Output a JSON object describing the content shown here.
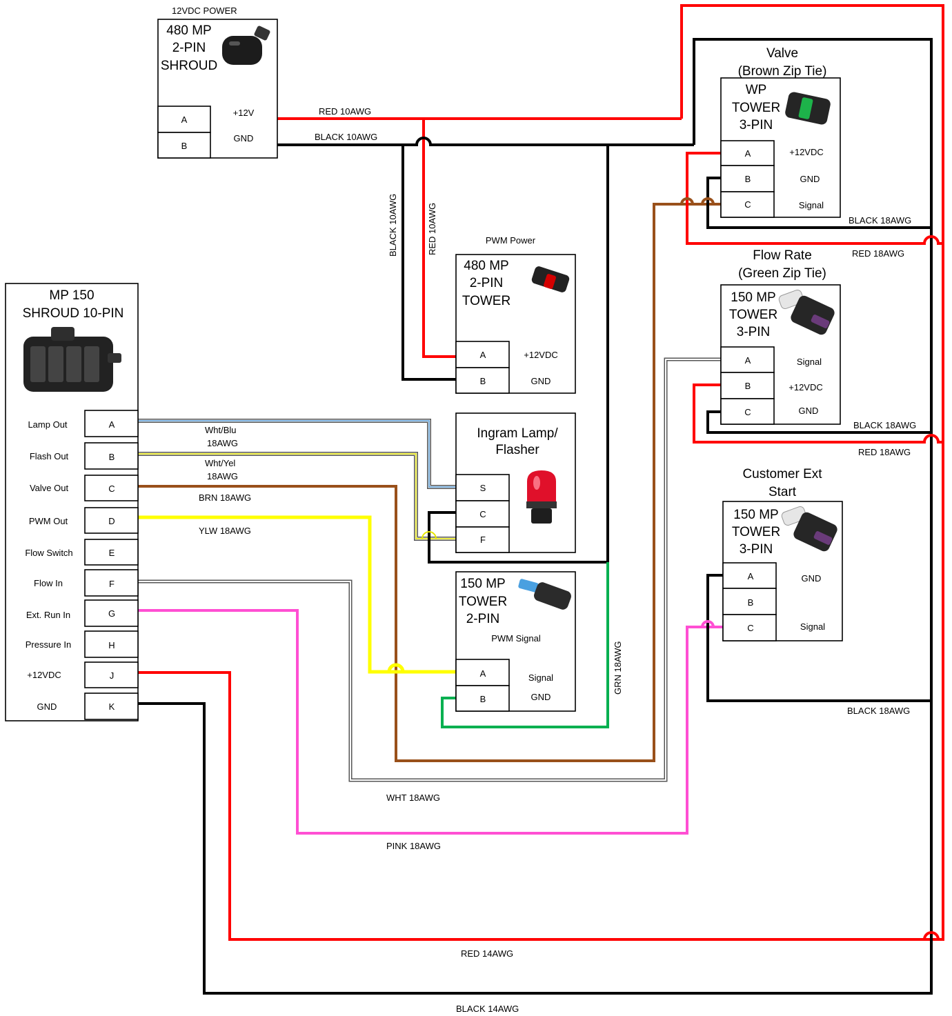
{
  "colors": {
    "red": "#ff0000",
    "black": "#000000",
    "brown": "#99501a",
    "yellow": "#ffff00",
    "green": "#00b050",
    "pink": "#ff4fd3",
    "white_wire_outline": "#555555",
    "blue_stripe": "#3c8fd6"
  },
  "connectors": {
    "power": {
      "heading": "12VDC POWER",
      "title_lines": [
        "480 MP",
        "2-PIN",
        "SHROUD"
      ],
      "icon": "connector-photo-icon",
      "pins": [
        "A",
        "B"
      ],
      "signals": [
        "+12V",
        "GND"
      ]
    },
    "pwm_power": {
      "heading": "PWM Power",
      "title_lines": [
        "480 MP",
        "2-PIN",
        "TOWER"
      ],
      "icon": "connector-photo-icon",
      "pins": [
        "A",
        "B"
      ],
      "signals": [
        "+12VDC",
        "GND"
      ]
    },
    "lamp": {
      "title_lines": [
        "Ingram Lamp/",
        "Flasher"
      ],
      "icon": "beacon-lamp-icon",
      "pins": [
        "S",
        "C",
        "F"
      ]
    },
    "pwm_signal": {
      "title_lines": [
        "150 MP",
        "TOWER",
        "2-PIN"
      ],
      "subtitle": "PWM Signal",
      "icon": "connector-photo-icon",
      "pins": [
        "A",
        "B"
      ],
      "signals": [
        "Signal",
        "GND"
      ]
    },
    "valve": {
      "heading_lines": [
        "Valve",
        "(Brown Zip Tie)"
      ],
      "title_lines": [
        "WP",
        "TOWER",
        "3-PIN"
      ],
      "icon": "connector-photo-icon",
      "pins": [
        "A",
        "B",
        "C"
      ],
      "signals": [
        "+12VDC",
        "GND",
        "Signal"
      ]
    },
    "flow": {
      "heading_lines": [
        "Flow Rate",
        "(Green Zip Tie)"
      ],
      "title_lines": [
        "150 MP",
        "TOWER",
        "3-PIN"
      ],
      "icon": "connector-photo-icon",
      "pins": [
        "A",
        "B",
        "C"
      ],
      "signals": [
        "Signal",
        "+12VDC",
        "GND"
      ]
    },
    "customer": {
      "heading_lines": [
        "Customer Ext",
        "Start"
      ],
      "title_lines": [
        "150 MP",
        "TOWER",
        "3-PIN"
      ],
      "icon": "connector-photo-icon",
      "pins": [
        "A",
        "B",
        "C"
      ],
      "signals": [
        "GND",
        "",
        "Signal"
      ]
    },
    "main": {
      "title_lines": [
        "MP 150",
        "SHROUD 10-PIN"
      ],
      "icon": "connector-photo-icon",
      "pins": [
        "A",
        "B",
        "C",
        "D",
        "E",
        "F",
        "G",
        "H",
        "J",
        "K"
      ],
      "labels": [
        "Lamp Out",
        "Flash Out",
        "Valve Out",
        "PWM Out",
        "Flow Switch",
        "Flow In",
        "Ext. Run In",
        "Pressure In",
        "+12VDC",
        "GND"
      ]
    }
  },
  "wire_labels": {
    "red_10awg_h": "RED  10AWG",
    "black_10awg_h": "BLACK  10AWG",
    "black_10awg_v": "BLACK  10AWG",
    "red_10awg_v": "RED  10AWG",
    "wht_blu_1": "Wht/Blu",
    "wht_blu_2": "18AWG",
    "wht_yel_1": "Wht/Yel",
    "wht_yel_2": "18AWG",
    "brn": "BRN  18AWG",
    "ylw": "YLW  18AWG",
    "grn": "GRN  18AWG",
    "black_18_valve": "BLACK  18AWG",
    "red_18_valve": "RED  18AWG",
    "black_18_flow": "BLACK  18AWG",
    "red_18_flow": "RED  18AWG",
    "black_18_cust": "BLACK  18AWG",
    "wht": "WHT  18AWG",
    "pink": "PINK  18AWG",
    "red_14": "RED  14AWG",
    "black_14": "BLACK  14AWG"
  }
}
